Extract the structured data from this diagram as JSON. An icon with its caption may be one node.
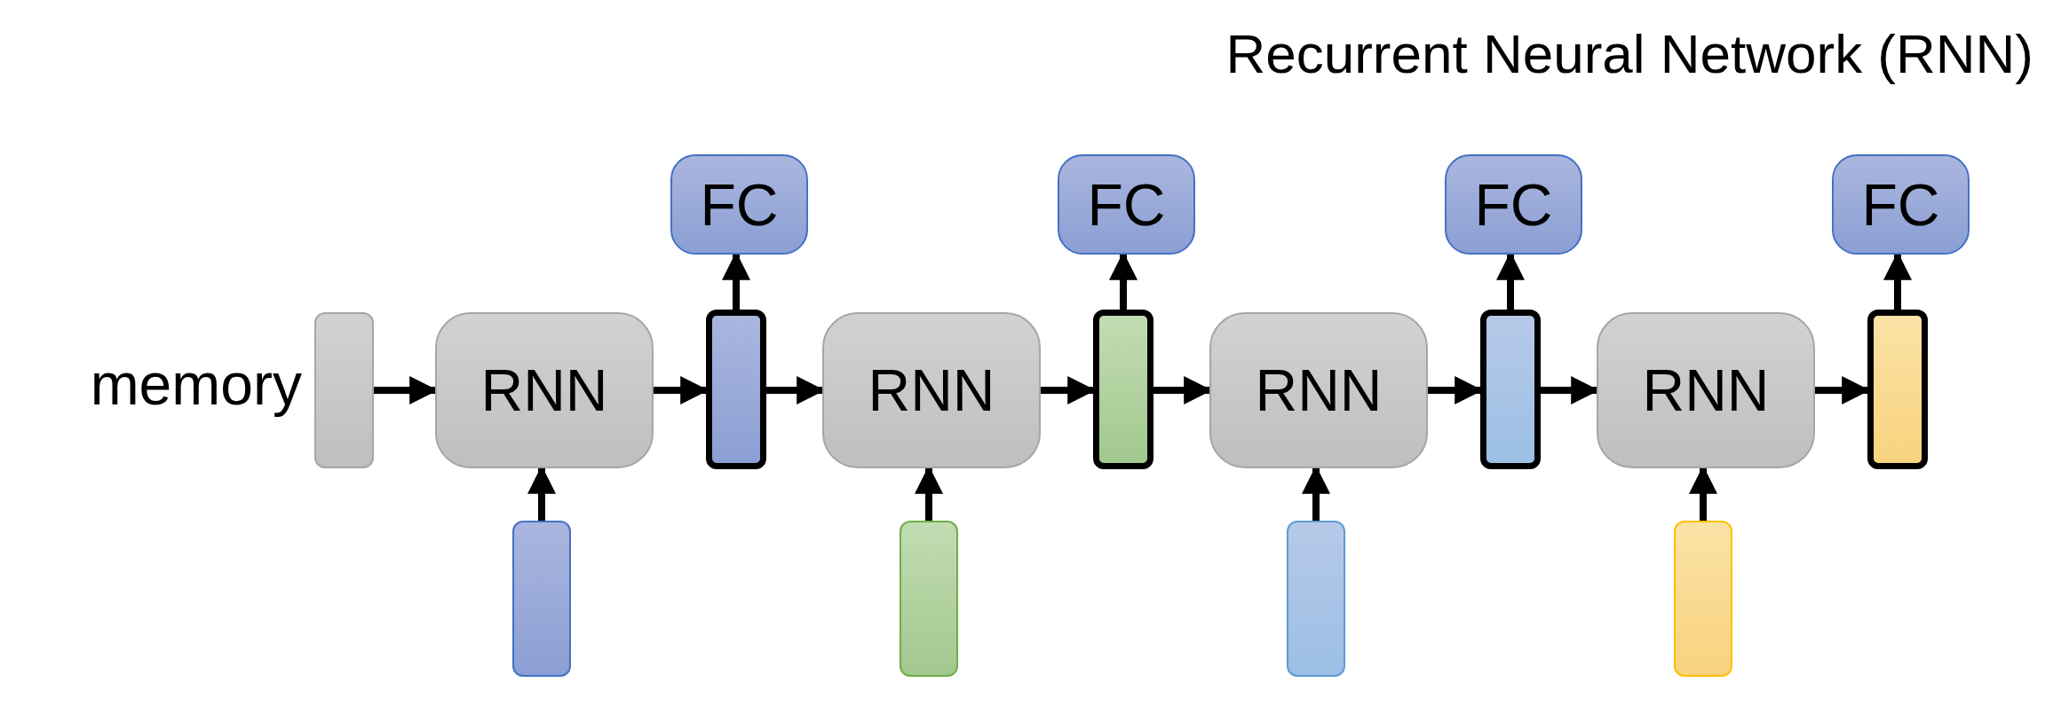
{
  "diagram": {
    "title": "Recurrent Neural Network (RNN)",
    "nodes": [
      {
        "text": [],
        "shape": "bar",
        "beside": [
          "memory"
        ]
      },
      {
        "text": [
          "RNN"
        ]
      },
      {
        "text": [],
        "shape": "bar"
      },
      {
        "text": [],
        "shape": "bar"
      },
      {
        "text": [
          "FC"
        ]
      },
      {
        "text": [
          "RNN"
        ]
      },
      {
        "text": [],
        "shape": "bar"
      },
      {
        "text": [],
        "shape": "bar"
      },
      {
        "text": [
          "FC"
        ]
      },
      {
        "text": [
          "RNN"
        ]
      },
      {
        "text": [],
        "shape": "bar"
      },
      {
        "text": [],
        "shape": "bar"
      },
      {
        "text": [
          "FC"
        ]
      },
      {
        "text": [
          "RNN"
        ]
      },
      {
        "text": [],
        "shape": "bar"
      },
      {
        "text": [],
        "shape": "bar"
      },
      {
        "text": [
          "FC"
        ]
      }
    ],
    "edges": [
      {
        "from": 0,
        "to": 1,
        "arrow": "to"
      },
      {
        "from": 2,
        "to": 1,
        "arrow": "to"
      },
      {
        "from": 1,
        "to": 3,
        "arrow": "to"
      },
      {
        "from": 3,
        "to": 4,
        "arrow": "to"
      },
      {
        "from": 3,
        "to": 5,
        "arrow": "to"
      },
      {
        "from": 6,
        "to": 5,
        "arrow": "to"
      },
      {
        "from": 5,
        "to": 7,
        "arrow": "to"
      },
      {
        "from": 7,
        "to": 8,
        "arrow": "to"
      },
      {
        "from": 7,
        "to": 9,
        "arrow": "to"
      },
      {
        "from": 10,
        "to": 9,
        "arrow": "to"
      },
      {
        "from": 9,
        "to": 11,
        "arrow": "to"
      },
      {
        "from": 11,
        "to": 12,
        "arrow": "to"
      },
      {
        "from": 11,
        "to": 13,
        "arrow": "to"
      },
      {
        "from": 14,
        "to": 13,
        "arrow": "to"
      },
      {
        "from": 13,
        "to": 15,
        "arrow": "to"
      },
      {
        "from": 15,
        "to": 16,
        "arrow": "to"
      }
    ]
  }
}
